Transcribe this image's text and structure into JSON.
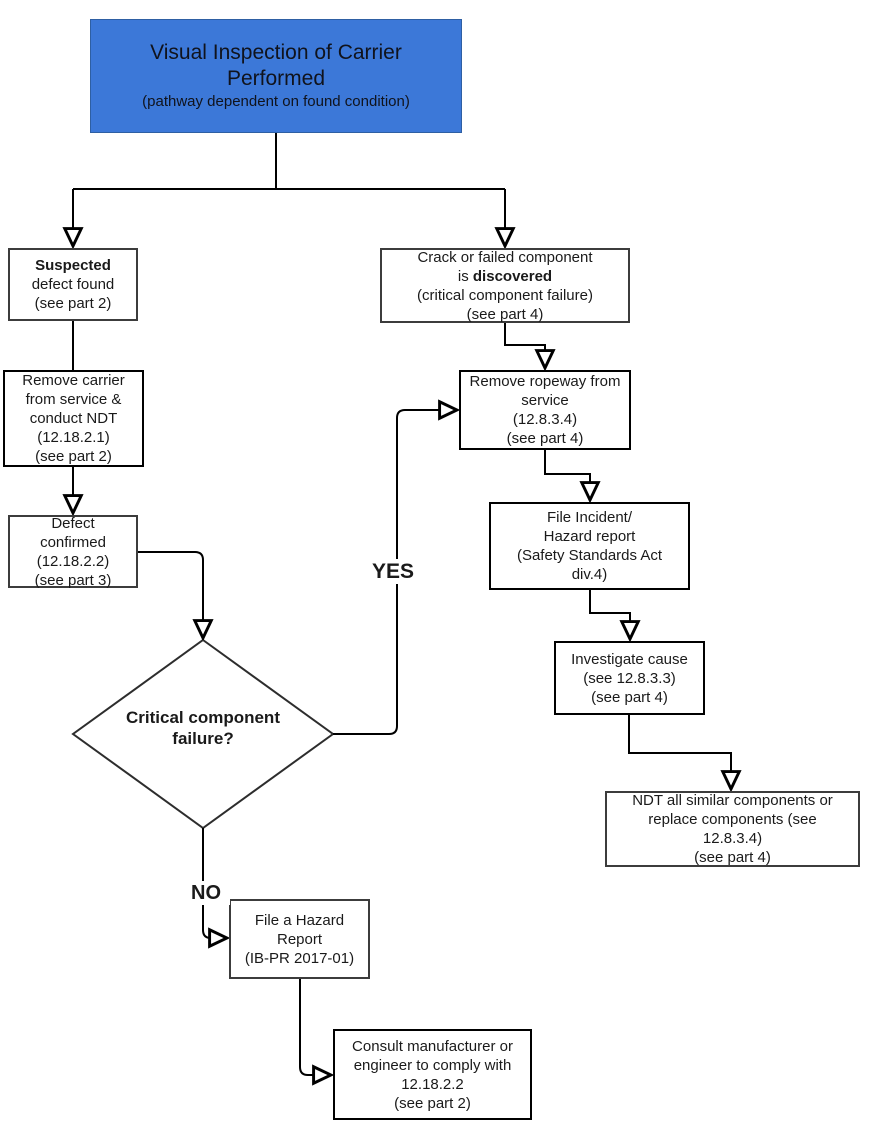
{
  "title_box": {
    "title": "Visual Inspection of Carrier\nPerformed",
    "subtitle": "(pathway dependent on found condition)",
    "bg_color": "#3c78d8"
  },
  "nodes": {
    "suspected": {
      "bold": "Suspected",
      "rest": "\ndefect found\n(see part 2)"
    },
    "remove_carrier": {
      "text": "Remove carrier\nfrom service &\nconduct NDT\n(12.18.2.1)\n(see part 2)"
    },
    "defect_confirmed": {
      "text": "Defect\nconfirmed\n(12.18.2.2)\n(see part 3)"
    },
    "decision": {
      "text": "Critical component\nfailure?"
    },
    "crack": {
      "line1": "Crack or failed component\nis ",
      "bold": "discovered",
      "rest": "\n(critical component failure)\n(see part 4)"
    },
    "remove_ropeway": {
      "text": "Remove ropeway from\nservice\n(12.8.3.4)\n(see part 4)"
    },
    "file_incident": {
      "text": "File Incident/\nHazard report\n(Safety Standards Act\ndiv.4)"
    },
    "investigate": {
      "text": "Investigate cause\n(see 12.8.3.3)\n(see part 4)"
    },
    "ndt_all": {
      "text": "NDT all similar components or\nreplace components (see\n12.8.3.4)\n(see part 4)"
    },
    "file_hazard": {
      "text": "File a Hazard\nReport\n(IB-PR 2017-01)"
    },
    "consult": {
      "text": "Consult manufacturer or\nengineer to comply with\n12.18.2.2\n(see part 2)"
    }
  },
  "labels": {
    "yes": "YES",
    "no": "NO"
  },
  "colors": {
    "title_bg": "#3c78d8",
    "title_border": "#2e5fa3",
    "line": "#000000",
    "box_border": "#000000",
    "box_border_gray": "#3c3c3c",
    "background": "#ffffff",
    "text": "#1a1a1a"
  }
}
